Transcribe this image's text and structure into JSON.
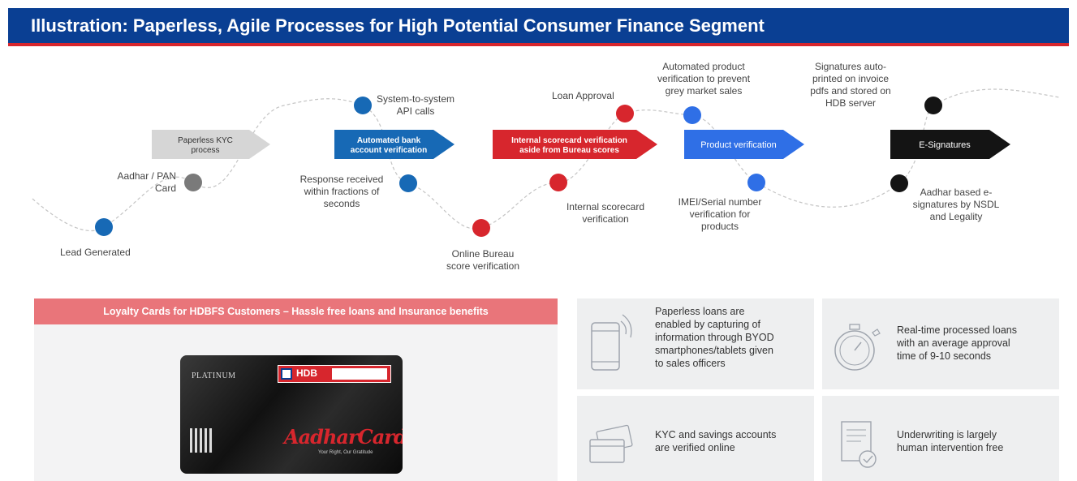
{
  "header": {
    "title": "Illustration: Paperless, Agile Processes for High Potential Consumer Finance Segment"
  },
  "colors": {
    "navy": "#0a3f93",
    "red": "#d7262d",
    "blue": "#1769b5",
    "light_blue": "#2f6fe6",
    "grey": "#7a7a7a",
    "black": "#141414",
    "pink": "#e9757a"
  },
  "process": {
    "stages": [
      {
        "label": "Paperless KYC\nprocess",
        "color": "#d6d6d6",
        "text_color": "#333333"
      },
      {
        "label": "Automated bank\naccount verification",
        "color": "#1769b5",
        "text_color": "#ffffff"
      },
      {
        "label": "Internal scorecard verification\naside from Bureau scores",
        "color": "#d7262d",
        "text_color": "#ffffff"
      },
      {
        "label": "Product verification",
        "color": "#2f6fe6",
        "text_color": "#ffffff"
      },
      {
        "label": "E-Signatures",
        "color": "#141414",
        "text_color": "#ffffff"
      }
    ],
    "steps": [
      {
        "label": "Lead Generated",
        "color": "#1769b5"
      },
      {
        "label": "Aadhar / PAN\nCard",
        "color": "#7a7a7a"
      },
      {
        "label": "System-to-system\nAPI calls",
        "color": "#1769b5"
      },
      {
        "label": "Response received\nwithin fractions of\nseconds",
        "color": "#1769b5"
      },
      {
        "label": "Online Bureau\nscore verification",
        "color": "#d7262d"
      },
      {
        "label": "Internal scorecard\nverification",
        "color": "#d7262d"
      },
      {
        "label": "Loan Approval",
        "color": "#d7262d"
      },
      {
        "label": "Automated product\nverification to prevent\ngrey market sales",
        "color": "#2f6fe6"
      },
      {
        "label": "IMEI/Serial number\nverification for\nproducts",
        "color": "#2f6fe6"
      },
      {
        "label": "Signatures auto-\nprinted on invoice\npdfs and stored on\nHDB server",
        "color": "#141414"
      },
      {
        "label": "Aadhar based e-\nsignatures by NSDL\nand Legality",
        "color": "#141414"
      }
    ]
  },
  "loyalty": {
    "banner": "Loyalty Cards for HDBFS Customers – Hassle free loans and Insurance benefits",
    "card": {
      "tier": "PLATINUM",
      "issuer": "HDB",
      "brand": "AadharCard",
      "tagline": "Your Right, Our Gratitude"
    }
  },
  "features": [
    {
      "icon": "smartphone-icon",
      "text": "Paperless loans are\nenabled by capturing of\ninformation through BYOD\nsmartphones/tablets given\nto sales officers"
    },
    {
      "icon": "stopwatch-icon",
      "text": "Real-time processed loans\nwith an average approval\ntime of 9-10 seconds"
    },
    {
      "icon": "cards-icon",
      "text": "KYC and savings accounts\nare verified online"
    },
    {
      "icon": "document-check-icon",
      "text": "Underwriting is largely\nhuman intervention free"
    }
  ]
}
